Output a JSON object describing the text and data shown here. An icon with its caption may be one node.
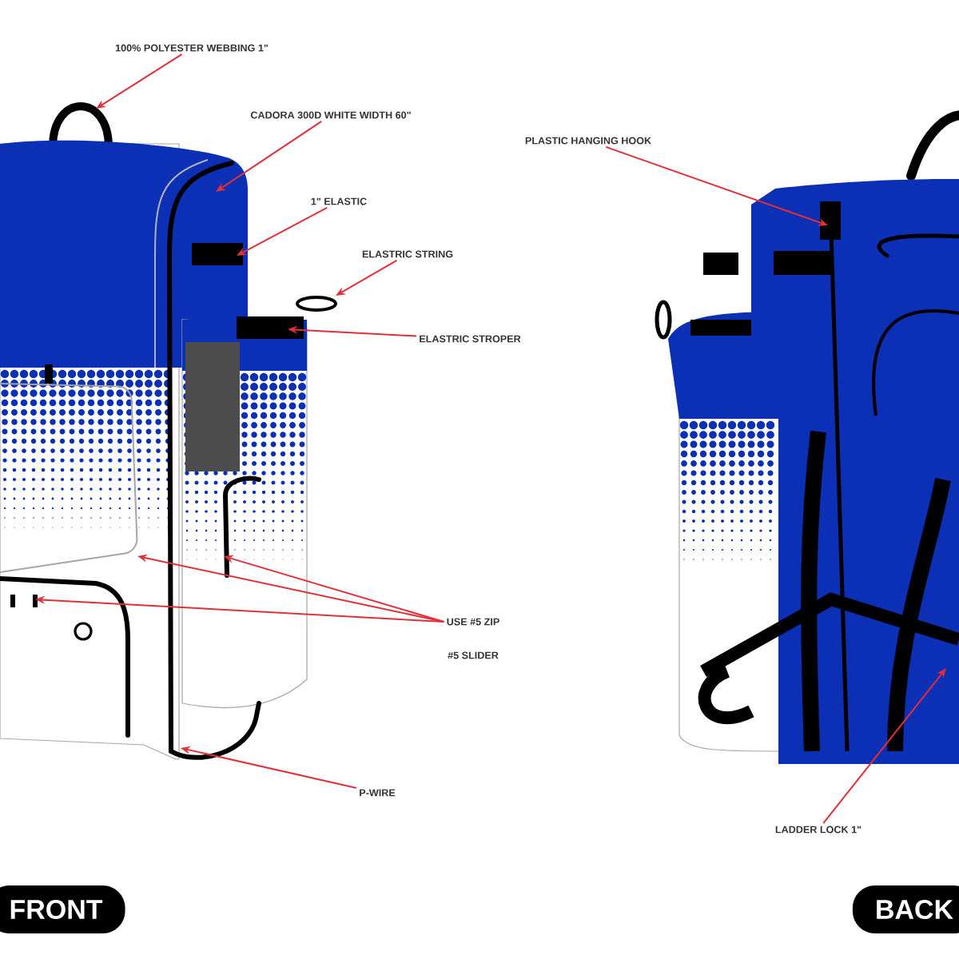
{
  "diagram": {
    "nodes": [
      {
        "text": [
          "100% POLYESTER WEBBING 1\""
        ]
      },
      {
        "text": [
          "CADORA 300D WHITE WIDTH 60\""
        ]
      },
      {
        "text": [
          "1\" ELASTIC"
        ]
      },
      {
        "text": [
          "ELASTRIC STRING"
        ]
      },
      {
        "text": [
          "ELASTRIC STROPER"
        ]
      },
      {
        "text": [
          "USE #5 ZIP"
        ]
      },
      {
        "text": [
          "P-WIRE"
        ]
      },
      {
        "text": [
          "PLASTIC HANGING HOOK"
        ]
      },
      {
        "text": [
          "LADDER LOCK 1\""
        ]
      },
      {
        "text": [
          "FRONT"
        ]
      },
      {
        "text": [
          "BACK"
        ]
      }
    ],
    "edges": [
      {
        "from": 0,
        "to": null,
        "arrow": "to"
      },
      {
        "from": 1,
        "to": null,
        "arrow": "to"
      },
      {
        "from": 2,
        "to": null,
        "arrow": "to"
      },
      {
        "from": 3,
        "to": null,
        "arrow": "to"
      },
      {
        "from": 4,
        "to": null,
        "arrow": "to"
      },
      {
        "from": 5,
        "to": null,
        "arrow": "to"
      },
      {
        "from": 5,
        "to": null,
        "arrow": "to"
      },
      {
        "from": 5,
        "to": null,
        "arrow": "to"
      },
      {
        "from": 6,
        "to": null,
        "arrow": "to"
      },
      {
        "from": 7,
        "to": null,
        "arrow": "to"
      },
      {
        "from": 8,
        "to": null,
        "arrow": "to"
      }
    ],
    "labels": [
      "#5 SLIDER"
    ]
  }
}
